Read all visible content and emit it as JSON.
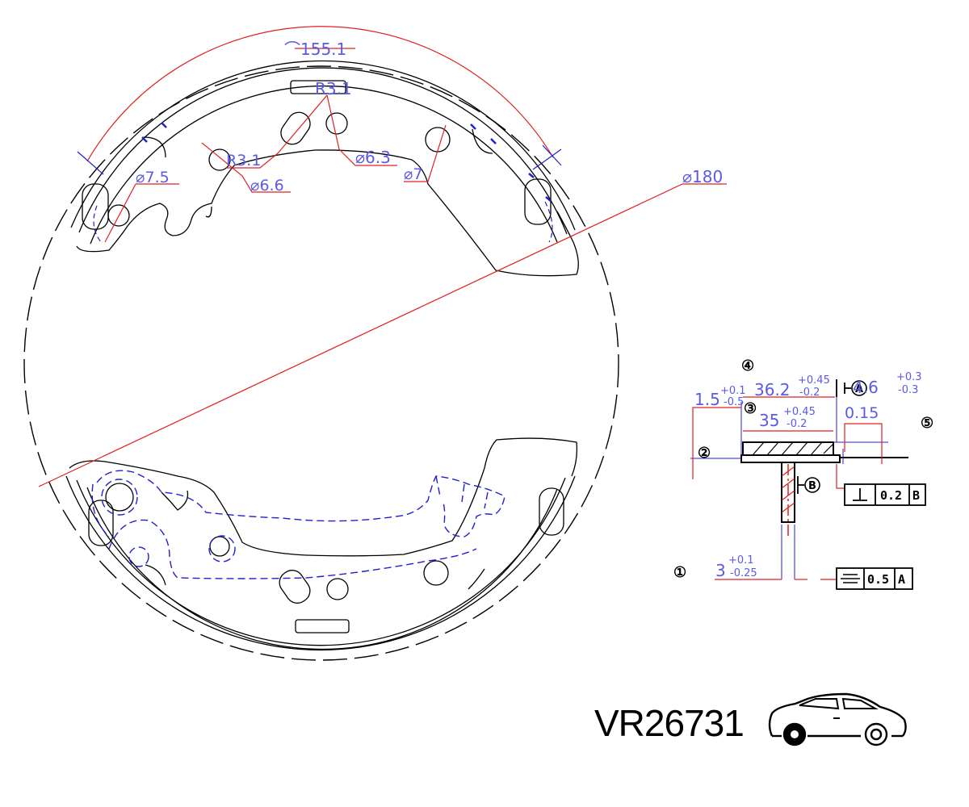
{
  "colors": {
    "outline": "#000000",
    "dimension": "#e02020",
    "text": "#5a5ae6",
    "hidden": "#2020d0"
  },
  "dims": {
    "arc": "⌒155.1",
    "r_top": "R3.1",
    "r_left": "R3.1",
    "d_6_3": "⌀6.3",
    "d_6_6": "⌀6.6",
    "d_7_5": "⌀7.5",
    "d_7": "⌀7",
    "d_180": "⌀180"
  },
  "section": {
    "w_36": {
      "base": "36.2",
      "upper": "+0.45",
      "lower": "-0.2"
    },
    "w_35": {
      "base": "35",
      "upper": "+0.45",
      "lower": "-0.2"
    },
    "t_1_5": {
      "base": "1.5",
      "upper": "+0.1",
      "lower": "-0.5"
    },
    "t_4_6": {
      "base": "4.6",
      "upper": "+0.3",
      "lower": "-0.3"
    },
    "t_3": {
      "base": "3",
      "upper": "+0.1",
      "lower": "-0.25"
    },
    "gap": "0.15",
    "datum_a": "A",
    "datum_b": "B",
    "fcf_perp": {
      "value": "0.2",
      "datum": "B"
    },
    "fcf_sym": {
      "value": "0.5",
      "datum": "A"
    },
    "callouts": [
      "①",
      "②",
      "③",
      "④",
      "⑤"
    ]
  },
  "part_number": "VR26731",
  "icons": [
    "car-icon"
  ]
}
